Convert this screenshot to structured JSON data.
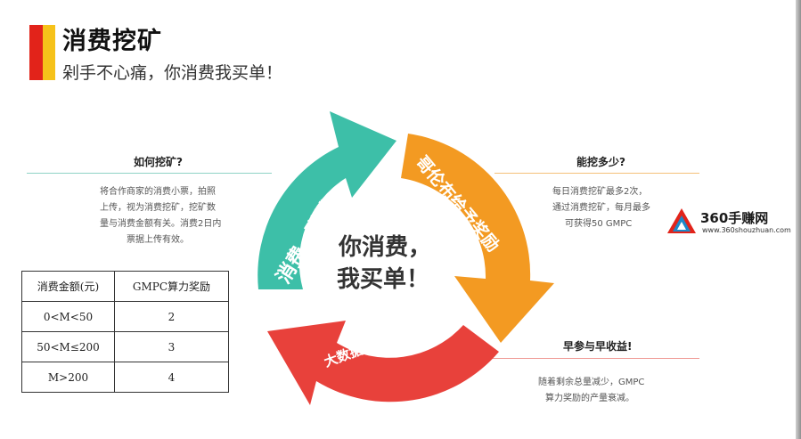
{
  "slide": {
    "title": "消费挖矿",
    "subtitle": "剁手不心痛，你消费我买单！"
  },
  "cycle": {
    "center_line1": "你消费，",
    "center_line2": "我买单！",
    "arrows": [
      {
        "label": "消费=赚钱",
        "color": "#3dbfa8"
      },
      {
        "label": "哥伦布给予奖励",
        "color": "#f39a22"
      },
      {
        "label": "大数据发现消费价值",
        "color": "#e8413b"
      }
    ]
  },
  "sections": {
    "how_to_mine": {
      "heading": "如何挖矿?",
      "lines": [
        "将合作商家的消费小票，拍照",
        "上传，视为消费挖矿，挖矿数",
        "量与消费金额有关。消费2日内",
        "票据上传有效。"
      ]
    },
    "how_much": {
      "heading": "能挖多少?",
      "lines": [
        "每日消费挖矿最多2次，",
        "通过消费挖矿，每月最多",
        "可获得50 GMPC"
      ]
    },
    "early_bird": {
      "heading": "早参与早收益!",
      "lines": [
        "随着剩余总量减少，GMPC",
        "算力奖励的产量衰减。"
      ]
    }
  },
  "reward_table": {
    "headers": [
      "消费金额(元)",
      "GMPC算力奖励"
    ],
    "rows": [
      [
        "0<M<50",
        "2"
      ],
      [
        "50<M≤200",
        "3"
      ],
      [
        "M>200",
        "4"
      ]
    ]
  },
  "watermark": {
    "brand": "360手赚网",
    "url": "www.360shouzhuan.com"
  }
}
